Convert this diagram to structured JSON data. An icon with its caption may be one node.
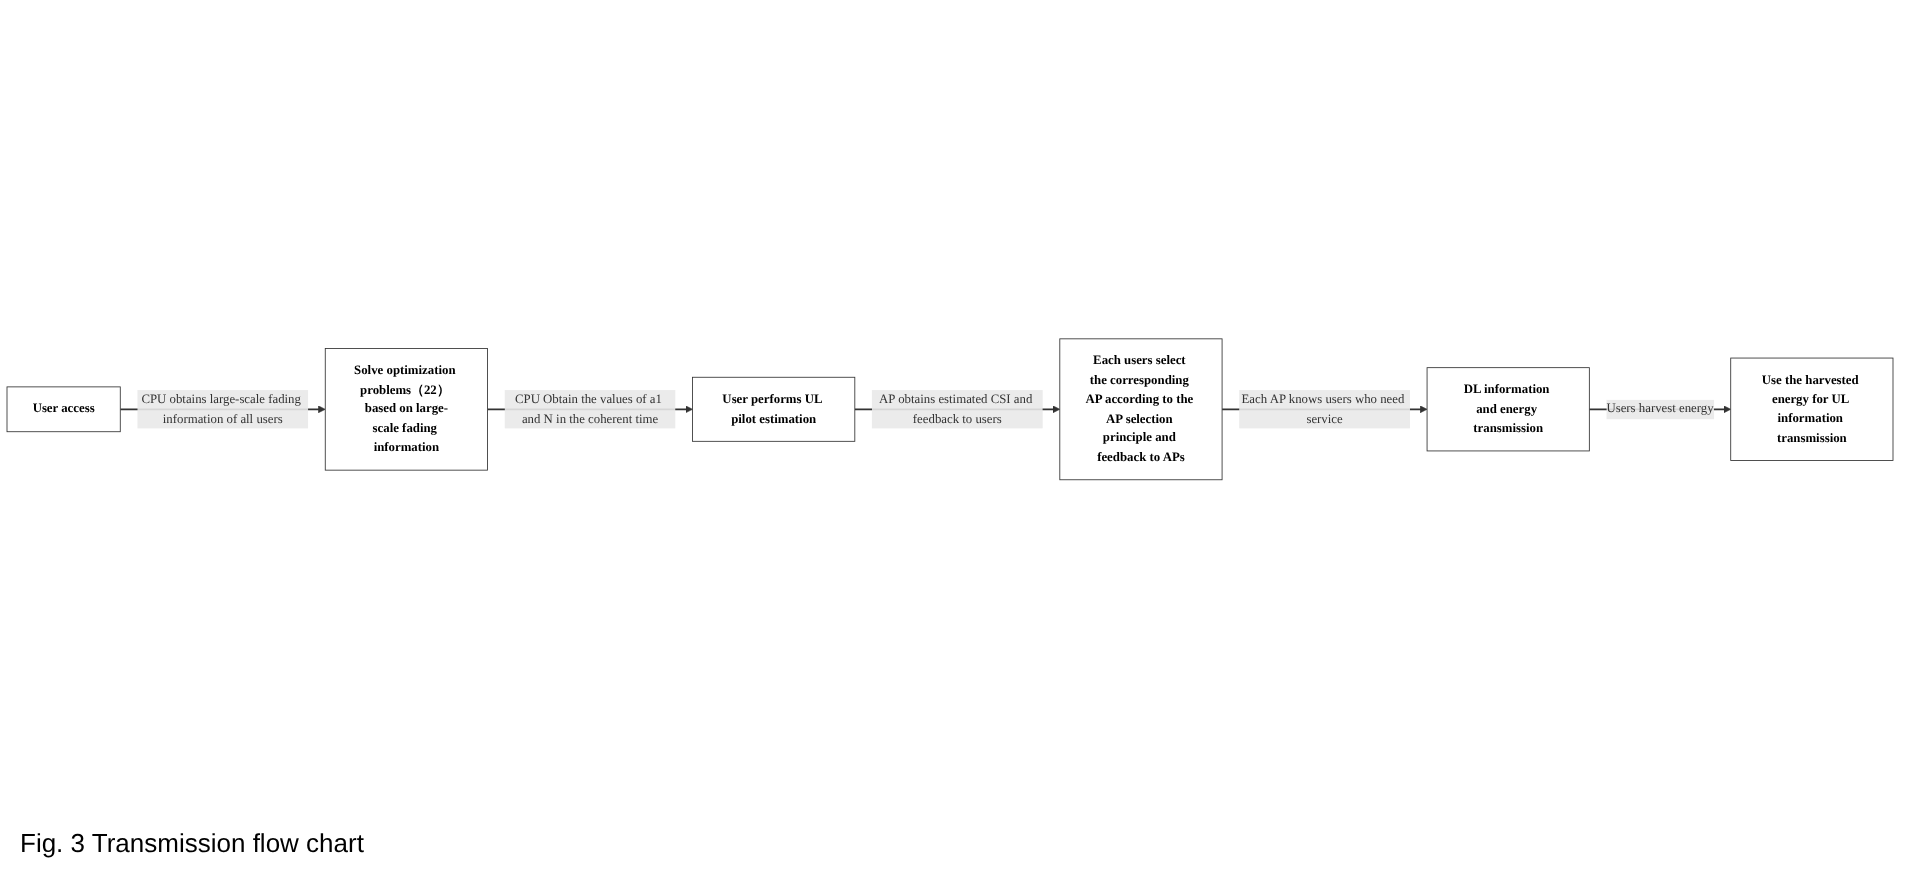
{
  "diagram": {
    "caption": "Fig. 3 Transmission flow chart",
    "nodes": [
      {
        "text": [
          "User access"
        ]
      },
      {
        "text": [
          "Solve optimization problems（22） based on large-scale fading information"
        ]
      },
      {
        "text": [
          "User performs UL pilot estimation"
        ]
      },
      {
        "text": [
          "Each users select the corresponding AP according to the AP selection principle and feedback to APs"
        ]
      },
      {
        "text": [
          "DL information and energy transmission"
        ]
      },
      {
        "text": [
          "Use the harvested energy for UL information transmission"
        ]
      }
    ],
    "edges": [
      {
        "from": 0,
        "to": 1,
        "arrow": "to",
        "label": "CPU obtains large-scale fading information of all users"
      },
      {
        "from": 1,
        "to": 2,
        "arrow": "to",
        "label": "CPU Obtain the values of a1 and N in the coherent time"
      },
      {
        "from": 2,
        "to": 3,
        "arrow": "to",
        "label": "AP obtains estimated CSI and feedback to users"
      },
      {
        "from": 3,
        "to": 4,
        "arrow": "to",
        "label": "Each AP knows users who need service"
      },
      {
        "from": 4,
        "to": 5,
        "arrow": "to",
        "label": "Users harvest energy"
      }
    ]
  }
}
